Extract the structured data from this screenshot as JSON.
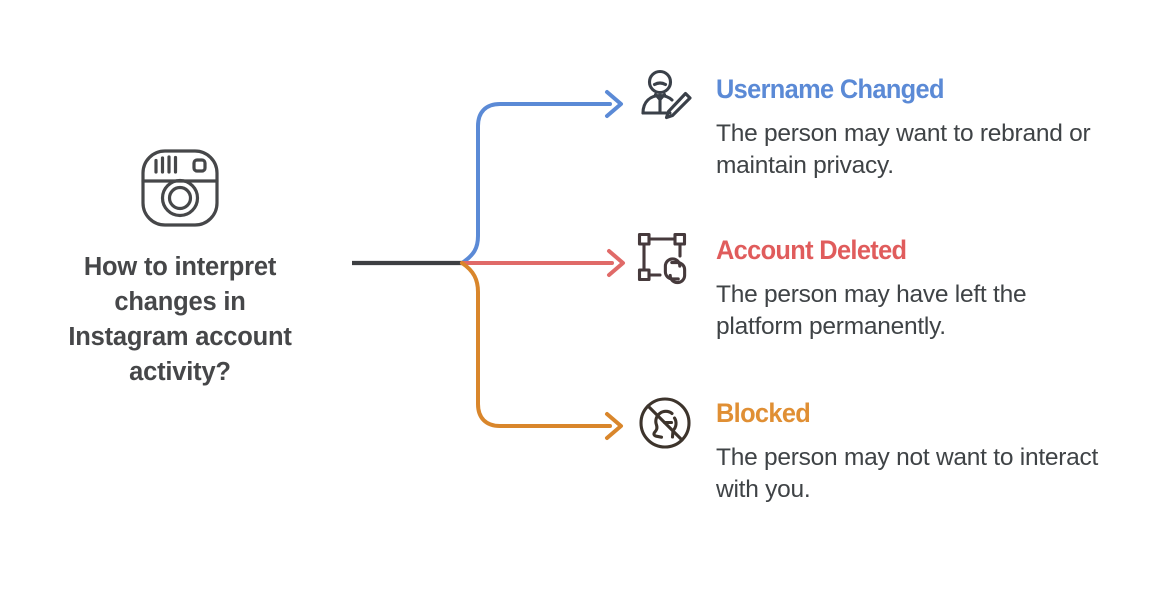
{
  "diagram": {
    "type": "mind-map",
    "background_color": "#ffffff",
    "root": {
      "icon": "instagram-camera-icon",
      "icon_color": "#464749",
      "title": "How to interpret\nchanges in\nInstagram account\nactivity?",
      "title_color": "#464749"
    },
    "trunk": {
      "color": "#3d3f42",
      "label": "trunk-connector"
    },
    "branches": [
      {
        "id": "username-changed",
        "icon": "person-edit-pencil-icon",
        "icon_color": "#3a4049",
        "title": "Username Changed",
        "title_color": "#5b8ad6",
        "connector_color": "#5b8ad6",
        "description": "The person may want to rebrand or maintain privacy."
      },
      {
        "id": "account-deleted",
        "icon": "selection-box-broken-link-icon",
        "icon_color": "#463a3c",
        "title": "Account Deleted",
        "title_color": "#e05c5c",
        "connector_color": "#e06a68",
        "description": "The person may have left the platform permanently."
      },
      {
        "id": "blocked",
        "icon": "no-person-blocked-icon",
        "icon_color": "#3d342c",
        "title": "Blocked",
        "title_color": "#e08f34",
        "connector_color": "#d9862b",
        "description": "The person may not want to interact with you."
      }
    ]
  }
}
